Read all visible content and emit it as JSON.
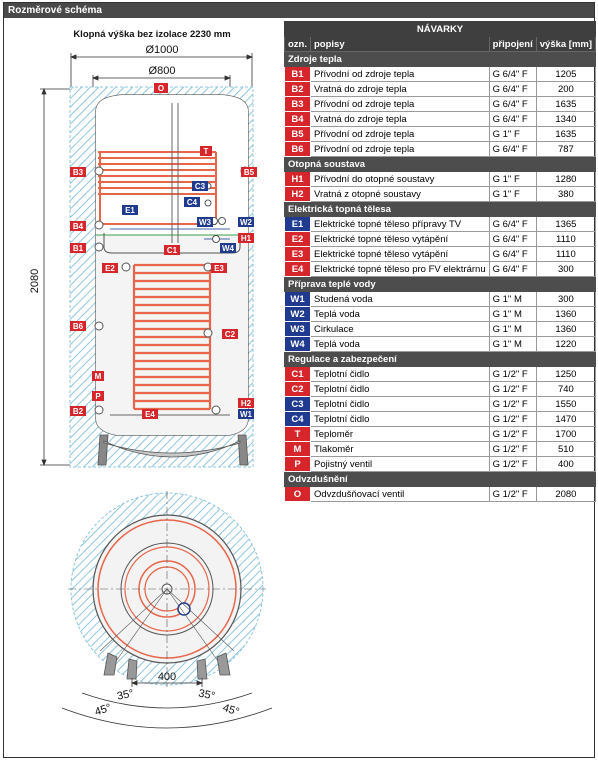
{
  "header_title": "Rozměrové schéma",
  "drawing": {
    "subtitle": "Klopná výška bez izolace 2230 mm",
    "dim_outer": "Ø1000",
    "dim_inner": "Ø800",
    "dim_height": "2080",
    "dim_spacing": "400",
    "angle_inner": "35°",
    "angle_outer": "45°",
    "tag_top": "O",
    "colors": {
      "red": "#d6262b",
      "blue": "#1f3a8f",
      "coil": "#e7664a",
      "hatch": "#8fc7df",
      "dim": "#333333"
    }
  },
  "table": {
    "title": "NÁVARKY",
    "columns": [
      "ozn.",
      "popisy",
      "připojení",
      "výška [mm]"
    ],
    "sections": [
      {
        "name": "Zdroje tepla",
        "rows": [
          {
            "code": "B1",
            "color": "red",
            "desc": "Přívodní od zdroje tepla",
            "conn": "G 6/4\" F",
            "h": "1205"
          },
          {
            "code": "B2",
            "color": "red",
            "desc": "Vratná do zdroje tepla",
            "conn": "G 6/4\" F",
            "h": "200"
          },
          {
            "code": "B3",
            "color": "red",
            "desc": "Přívodní od zdroje tepla",
            "conn": "G 6/4\" F",
            "h": "1635"
          },
          {
            "code": "B4",
            "color": "red",
            "desc": "Vratná do zdroje tepla",
            "conn": "G 6/4\" F",
            "h": "1340"
          },
          {
            "code": "B5",
            "color": "red",
            "desc": "Přívodní od zdroje tepla",
            "conn": "G 1\" F",
            "h": "1635"
          },
          {
            "code": "B6",
            "color": "red",
            "desc": "Přívodní od zdroje tepla",
            "conn": "G 6/4\" F",
            "h": "787"
          }
        ]
      },
      {
        "name": "Otopná soustava",
        "rows": [
          {
            "code": "H1",
            "color": "red",
            "desc": "Přívodní do otopné soustavy",
            "conn": "G 1\" F",
            "h": "1280"
          },
          {
            "code": "H2",
            "color": "red",
            "desc": "Vratná z otopné soustavy",
            "conn": "G 1\" F",
            "h": "380"
          }
        ]
      },
      {
        "name": "Elektrická topná tělesa",
        "rows": [
          {
            "code": "E1",
            "color": "blue",
            "desc": "Elektrické topné těleso přípravy TV",
            "conn": "G 6/4\" F",
            "h": "1365"
          },
          {
            "code": "E2",
            "color": "red",
            "desc": "Elektrické topné těleso vytápění",
            "conn": "G 6/4\" F",
            "h": "1110"
          },
          {
            "code": "E3",
            "color": "red",
            "desc": "Elektrické topné těleso vytápění",
            "conn": "G 6/4\" F",
            "h": "1110"
          },
          {
            "code": "E4",
            "color": "red",
            "desc": "Elektrické topné těleso pro FV elektrárnu",
            "conn": "G 6/4\" F",
            "h": "300"
          }
        ]
      },
      {
        "name": "Příprava teplé vody",
        "rows": [
          {
            "code": "W1",
            "color": "blue",
            "desc": "Studená voda",
            "conn": "G 1\" M",
            "h": "300"
          },
          {
            "code": "W2",
            "color": "blue",
            "desc": "Teplá voda",
            "conn": "G 1\" M",
            "h": "1360"
          },
          {
            "code": "W3",
            "color": "blue",
            "desc": "Cirkulace",
            "conn": "G 1\" M",
            "h": "1360"
          },
          {
            "code": "W4",
            "color": "blue",
            "desc": "Teplá voda",
            "conn": "G 1\" M",
            "h": "1220"
          }
        ]
      },
      {
        "name": "Regulace a zabezpečení",
        "rows": [
          {
            "code": "C1",
            "color": "red",
            "desc": "Teplotní čidlo",
            "conn": "G 1/2\" F",
            "h": "1250"
          },
          {
            "code": "C2",
            "color": "red",
            "desc": "Teplotní čidlo",
            "conn": "G 1/2\" F",
            "h": "740"
          },
          {
            "code": "C3",
            "color": "blue",
            "desc": "Teplotní čidlo",
            "conn": "G 1/2\" F",
            "h": "1550"
          },
          {
            "code": "C4",
            "color": "blue",
            "desc": "Teplotní čidlo",
            "conn": "G 1/2\" F",
            "h": "1470"
          },
          {
            "code": "T",
            "color": "red",
            "desc": "Teploměr",
            "conn": "G 1/2\" F",
            "h": "1700"
          },
          {
            "code": "M",
            "color": "red",
            "desc": "Tlakoměr",
            "conn": "G 1/2\" F",
            "h": "510"
          },
          {
            "code": "P",
            "color": "red",
            "desc": "Pojistný ventil",
            "conn": "G 1/2\" F",
            "h": "400"
          }
        ]
      },
      {
        "name": "Odvzdušnění",
        "rows": [
          {
            "code": "O",
            "color": "red",
            "desc": "Odvzdušňovací ventil",
            "conn": "G 1/2\" F",
            "h": "2080"
          }
        ]
      }
    ]
  }
}
